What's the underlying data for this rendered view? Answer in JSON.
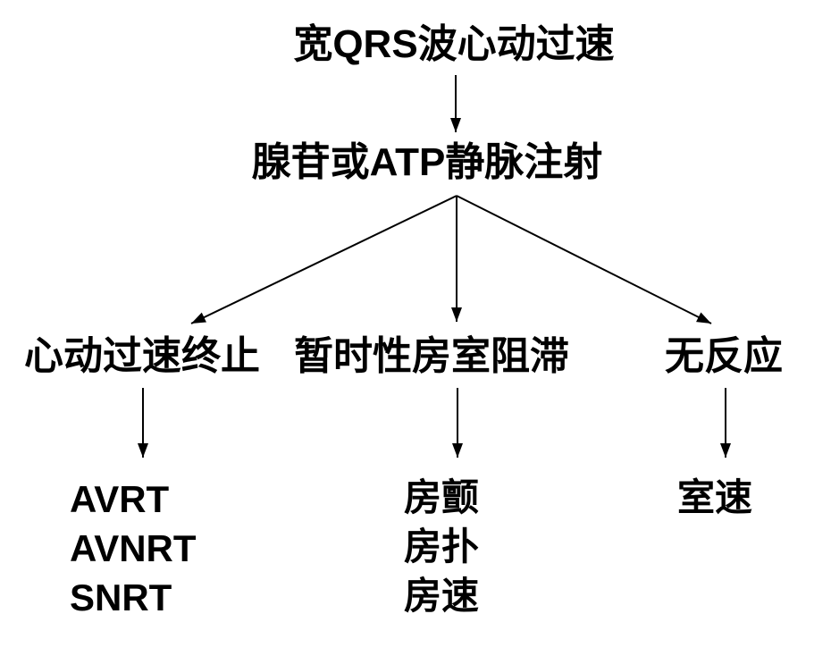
{
  "flow": {
    "root": {
      "pre": "宽",
      "latin": "QRS",
      "post": "波心动过速"
    },
    "step": {
      "pre": "腺苷或",
      "latin": "ATP",
      "post": "静脉注射"
    },
    "branches": [
      {
        "label": "心动过速终止",
        "outcomes": [
          "AVRT",
          "AVNRT",
          "SNRT"
        ]
      },
      {
        "label": "暂时性房室阻滞",
        "outcomes": [
          "房颤",
          "房扑",
          "房速"
        ]
      },
      {
        "label": "无反应",
        "outcomes": [
          "室速"
        ]
      }
    ],
    "colors": {
      "ink": "#000000",
      "background": "#ffffff"
    }
  }
}
